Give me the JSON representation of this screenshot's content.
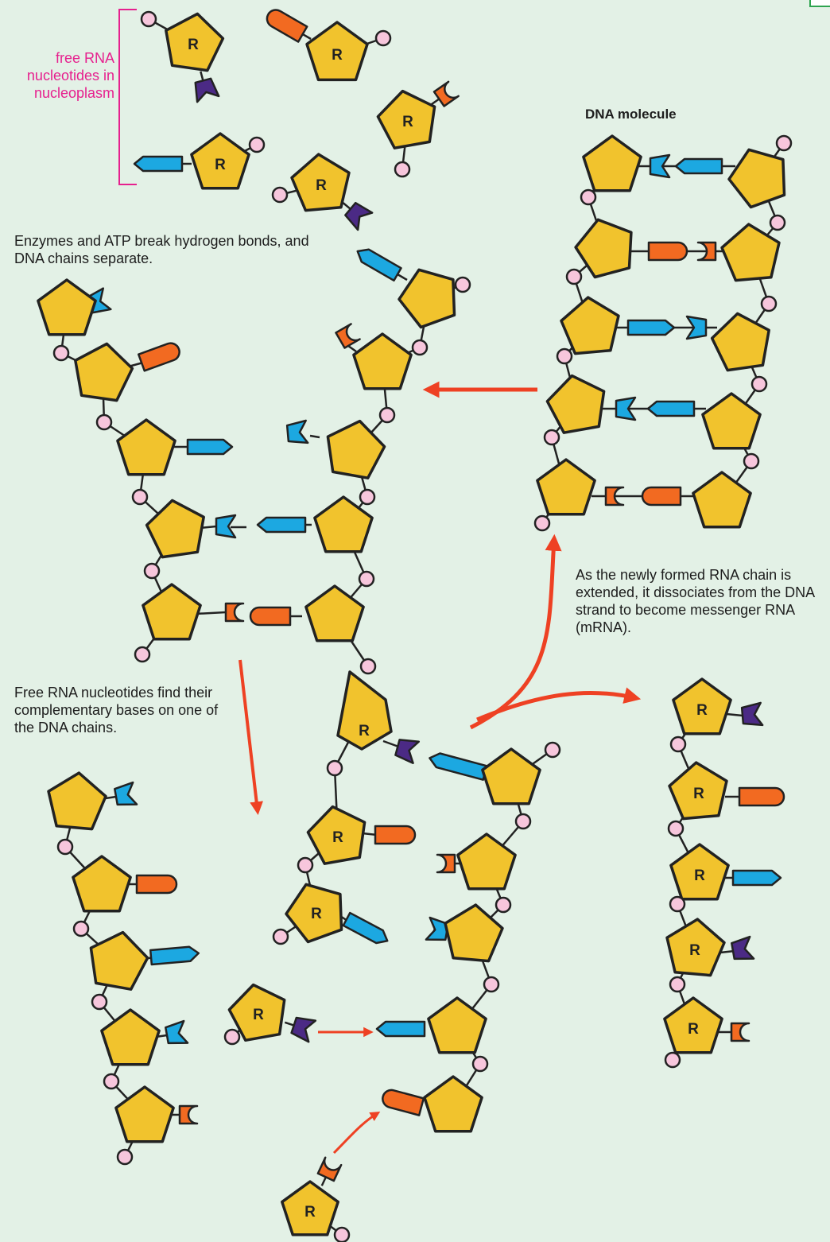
{
  "labels": {
    "free_nucleotides": "free RNA nucleotides in nucleoplasm",
    "dna_molecule": "DNA molecule",
    "enzymes_step": "Enzymes and ATP break hydrogen bonds, and DNA chains separate.",
    "pairing_step": "Free RNA nucleotides find their complementary bases on one of the DNA chains.",
    "mrna_step": "As the newly formed RNA chain is extended, it dissociates from the DNA strand to become messenger RNA (mRNA)."
  },
  "ribose_letter": "R",
  "colors": {
    "background": "#e3f1e6",
    "sugar": "#f1c32d",
    "phosphate": "#f7c6dc",
    "base_blue": "#1ca8e1",
    "base_orange": "#f26a21",
    "base_purple": "#4b2a85",
    "arrow": "#ee4123",
    "bracket": "#e6208e"
  }
}
